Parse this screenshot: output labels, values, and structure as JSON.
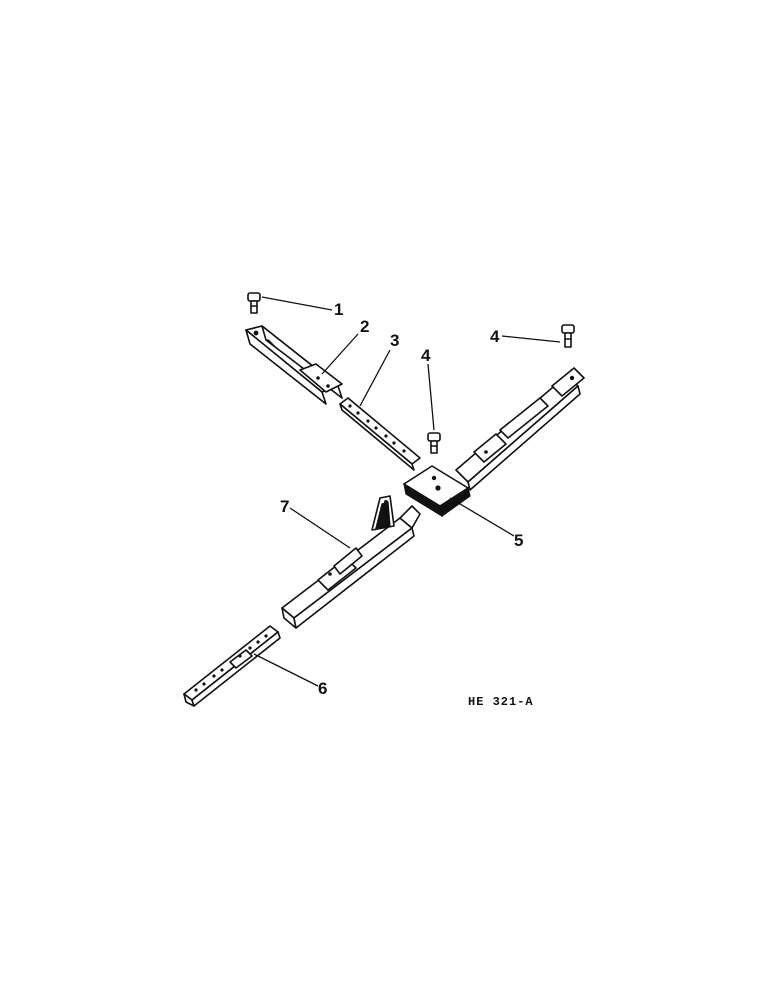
{
  "callouts": {
    "c1": "1",
    "c2": "2",
    "c3": "3",
    "c4a": "4",
    "c4b": "4",
    "c5": "5",
    "c6": "6",
    "c7": "7"
  },
  "figure_id": "HE 321-A"
}
